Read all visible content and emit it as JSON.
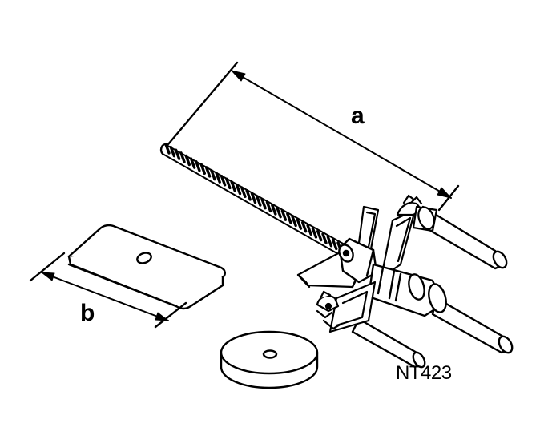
{
  "labels": {
    "dimension_a": "a",
    "dimension_b": "b",
    "figure_code": "NT423"
  },
  "colors": {
    "ink": "#000000",
    "paper": "#ffffff"
  }
}
